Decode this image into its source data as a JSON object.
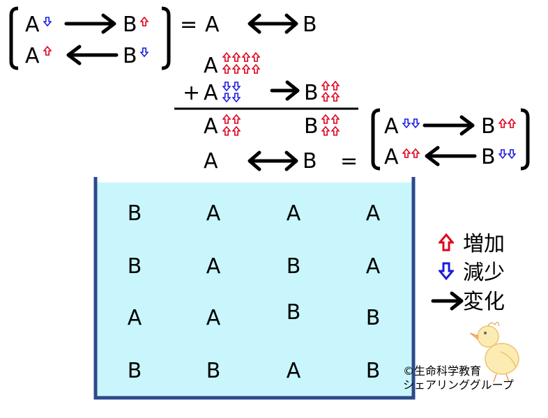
{
  "colors": {
    "increase": "#e0001b",
    "decrease": "#1a1ae0",
    "arrow": "#000000",
    "tank_fill": "#c8f6fc",
    "tank_wall": "#2c4a8c"
  },
  "icons": {
    "increase": "hollow-up-arrow-icon",
    "decrease": "hollow-down-arrow-icon",
    "change": "bold-right-arrow-icon"
  },
  "species": {
    "a": "A",
    "b": "B"
  },
  "symbols": {
    "equals": "=",
    "plus": "+"
  },
  "tank": {
    "rows": [
      [
        "B",
        "A",
        "A",
        "A"
      ],
      [
        "B",
        "A",
        "B",
        "A"
      ],
      [
        "A",
        "A",
        "B",
        "B"
      ],
      [
        "B",
        "B",
        "A",
        "B"
      ]
    ]
  },
  "legend": {
    "increase": "増加",
    "decrease": "減少",
    "change": "変化"
  },
  "copyright": {
    "line1": "©生命科学教育",
    "line2": "シェアリンググループ"
  }
}
